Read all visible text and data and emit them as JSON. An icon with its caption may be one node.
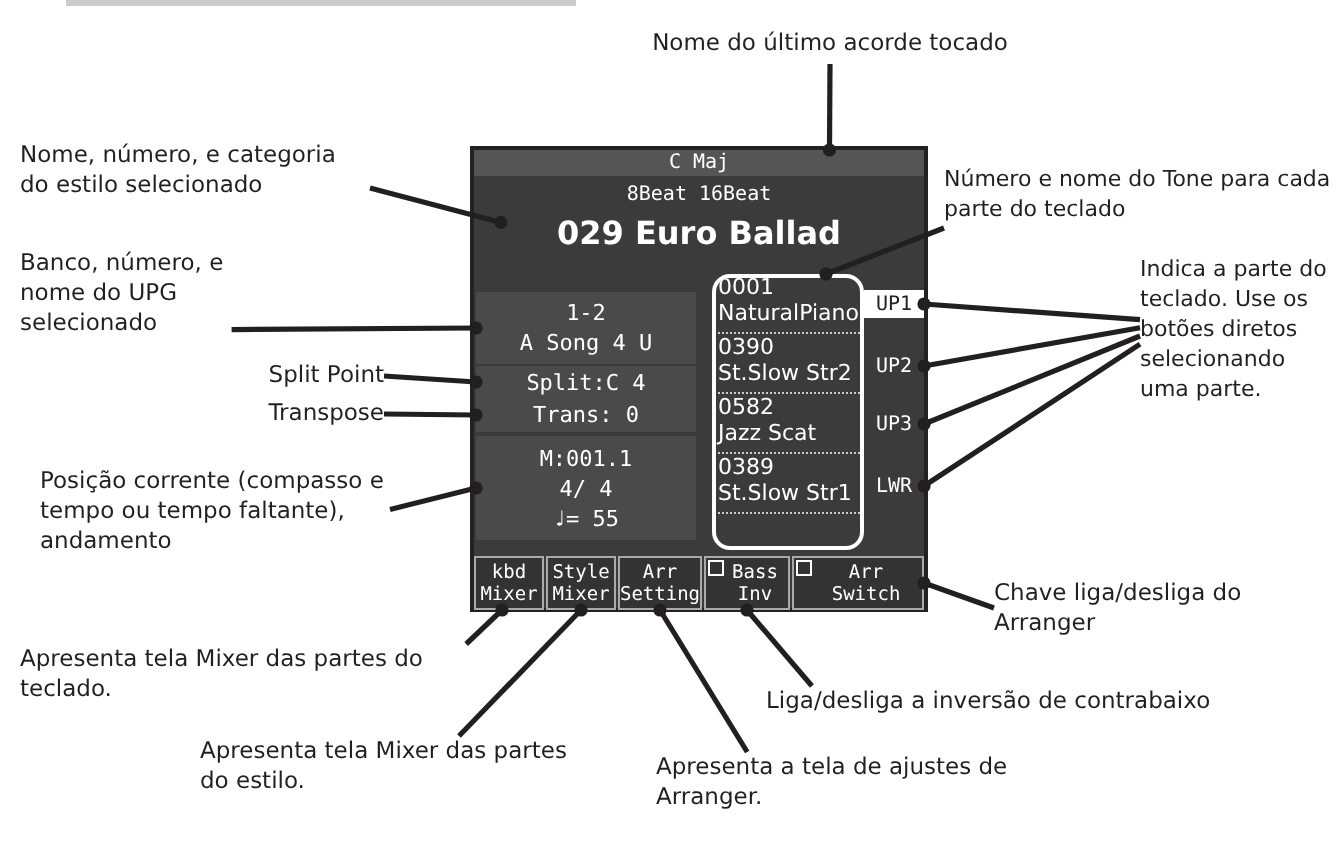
{
  "diagram": {
    "nodes": [
      {
        "text": [],
        "shape": "box"
      },
      {
        "text": [
          "C Maj"
        ],
        "in": 0
      },
      {
        "text": [
          "8Beat 16Beat"
        ],
        "in": 0
      },
      {
        "text": [
          "029 Euro Ballad"
        ],
        "in": 0
      },
      {
        "text": [
          "1-2",
          "A Song 4 U"
        ],
        "in": 0
      },
      {
        "text": [
          "Split:C 4"
        ],
        "in": 0
      },
      {
        "text": [
          "Trans: 0"
        ],
        "in": 0
      },
      {
        "text": [
          "M:001.1",
          "4/ 4",
          "♩= 55"
        ],
        "in": 0
      },
      {
        "text": [],
        "shape": "box",
        "in": 0
      },
      {
        "text": [
          "0001",
          "NaturalPiano"
        ],
        "in": 8
      },
      {
        "text": [
          "0390",
          "St.Slow Str2"
        ],
        "in": 8
      },
      {
        "text": [
          "0582",
          "Jazz Scat"
        ],
        "in": 8
      },
      {
        "text": [
          "0389",
          "St.Slow Str1"
        ],
        "in": 8
      },
      {
        "text": [
          "UP1"
        ],
        "in": 0
      },
      {
        "text": [
          "UP2"
        ],
        "in": 0
      },
      {
        "text": [
          "UP3"
        ],
        "in": 0
      },
      {
        "text": [
          "LWR"
        ],
        "in": 0
      },
      {
        "text": [
          "kbd Mixer"
        ],
        "in": 0
      },
      {
        "text": [
          "Style Mixer"
        ],
        "in": 0
      },
      {
        "text": [
          "Arr Setting"
        ],
        "in": 0
      },
      {
        "text": [
          "Bass Inv"
        ],
        "in": 0
      },
      {
        "text": [
          "Arr Switch"
        ],
        "in": 0
      },
      {
        "text": [
          "Nome do último acorde tocado"
        ]
      },
      {
        "text": [
          "Nome, número, e categoria do estilo selecionado"
        ]
      },
      {
        "text": [
          "Banco, número, e nome do UPG selecionado"
        ]
      },
      {
        "text": [
          "Split Point"
        ]
      },
      {
        "text": [
          "Transpose"
        ]
      },
      {
        "text": [
          "Posição corrente (compasso e tempo ou tempo faltante), andamento"
        ]
      },
      {
        "text": [
          "Número e nome do Tone para cada parte do teclado"
        ]
      },
      {
        "text": [
          "Indica a parte do teclado. Use os botões diretos selecionando uma parte."
        ]
      },
      {
        "text": [
          "Chave liga/desliga do Arranger"
        ]
      },
      {
        "text": [
          "Apresenta tela Mixer das partes do teclado."
        ]
      },
      {
        "text": [
          "Apresenta tela Mixer das partes do estilo."
        ]
      },
      {
        "text": [
          "Apresenta a tela de ajustes de Arranger."
        ]
      },
      {
        "text": [
          "Liga/desliga a inversão de contrabaixo"
        ]
      }
    ],
    "edges": [
      {
        "from": 22,
        "to": 1,
        "arrow": "other"
      },
      {
        "from": 23,
        "to": 3,
        "arrow": "other"
      },
      {
        "from": 24,
        "to": 4,
        "arrow": "other"
      },
      {
        "from": 25,
        "to": 5,
        "arrow": "other"
      },
      {
        "from": 26,
        "to": 6,
        "arrow": "other"
      },
      {
        "from": 27,
        "to": 7,
        "arrow": "other"
      },
      {
        "from": 28,
        "to": 8,
        "arrow": "other"
      },
      {
        "from": 29,
        "to": 13,
        "arrow": "other"
      },
      {
        "from": 29,
        "to": 14,
        "arrow": "other"
      },
      {
        "from": 29,
        "to": 15,
        "arrow": "other"
      },
      {
        "from": 29,
        "to": 16,
        "arrow": "other"
      },
      {
        "from": 30,
        "to": 21,
        "arrow": "other"
      },
      {
        "from": 31,
        "to": 17,
        "arrow": "other"
      },
      {
        "from": 32,
        "to": 18,
        "arrow": "other"
      },
      {
        "from": 33,
        "to": 19,
        "arrow": "other"
      },
      {
        "from": 34,
        "to": 20,
        "arrow": "other"
      }
    ]
  }
}
